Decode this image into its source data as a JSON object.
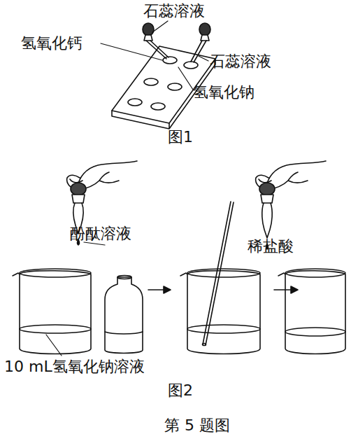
{
  "diagram": {
    "caption": "第 5 题图",
    "labels": [
      "石蕊溶液",
      "氢氧化钙",
      "石蕊溶液",
      "氢氧化钠",
      "图1",
      "酚酞溶液",
      "稀盐酸",
      "10 mL氢氧化钠溶液",
      "图2"
    ]
  }
}
